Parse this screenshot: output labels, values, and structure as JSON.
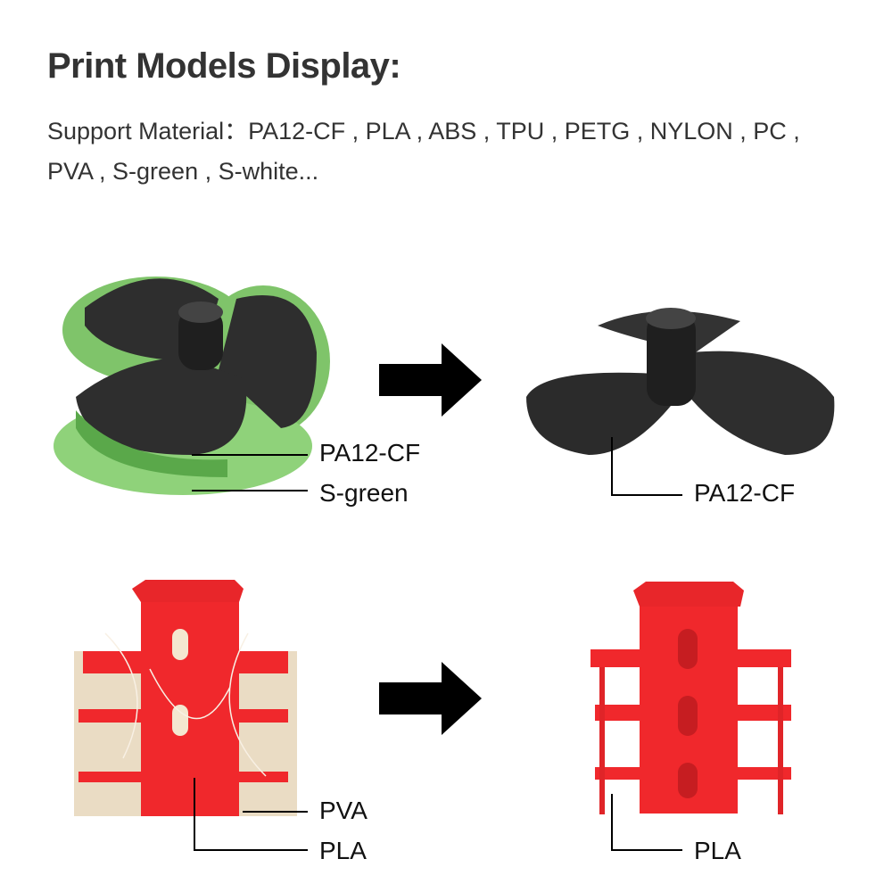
{
  "header": {
    "title": "Print Models Display:",
    "materials_line1": "Support Material：PA12-CF , PLA , ABS , TPU , PETG , NYLON , PC ,",
    "materials_line2": "PVA , S-green , S-white..."
  },
  "examples": [
    {
      "before_labels": [
        "PA12-CF",
        "S-green"
      ],
      "after_labels": [
        "PA12-CF"
      ]
    },
    {
      "before_labels": [
        "PVA",
        "PLA"
      ],
      "after_labels": [
        "PLA"
      ]
    }
  ],
  "colors": {
    "text": "#333333",
    "propeller": "#2e2e2e",
    "support_green": "#7fc46a",
    "model_red": "#f0282c",
    "pva_beige": "#eadcc4",
    "arrow": "#000000"
  }
}
